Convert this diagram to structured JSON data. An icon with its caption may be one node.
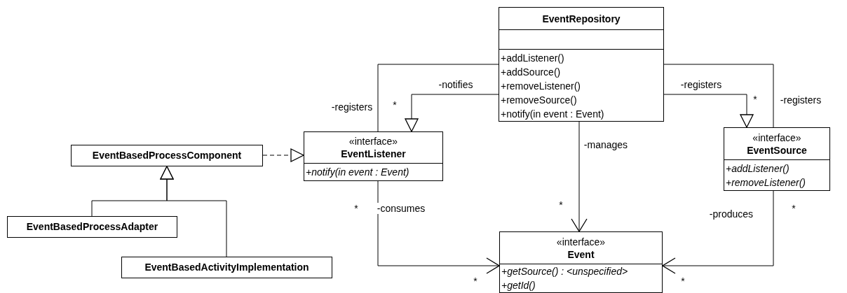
{
  "diagram": {
    "nodes": [
      {
        "text": [
          "EventRepository",
          "+addListener()",
          "+addSource()",
          "+removeListener()",
          "+removeSource()",
          "+notify(in event : Event)"
        ]
      },
      {
        "text": [
          "«interface»",
          "EventListener",
          "+notify(in event : Event)"
        ]
      },
      {
        "text": [
          "«interface»",
          "EventSource",
          "+addListener()",
          "+removeListener()"
        ]
      },
      {
        "text": [
          "«interface»",
          "Event",
          "+getSource() : <unspecified>",
          "+getId()"
        ]
      },
      {
        "text": [
          "EventBasedProcessComponent"
        ]
      },
      {
        "text": [
          "EventBasedProcessAdapter"
        ]
      },
      {
        "text": [
          "EventBasedActivityImplementation"
        ]
      }
    ],
    "edges": [
      {
        "from": 0,
        "to": 1,
        "arrow": "none",
        "label": "-registers"
      },
      {
        "from": 0,
        "to": 1,
        "arrow": "to",
        "label": "-notifies"
      },
      {
        "from": 0,
        "to": 2,
        "arrow": "none",
        "label": "-registers"
      },
      {
        "from": 0,
        "to": 2,
        "arrow": "to",
        "label": "-registers"
      },
      {
        "from": 0,
        "to": 3,
        "arrow": "to",
        "label": "-manages"
      },
      {
        "from": 1,
        "to": 3,
        "arrow": "to",
        "label": "-consumes"
      },
      {
        "from": 2,
        "to": 3,
        "arrow": "to",
        "label": "-produces"
      },
      {
        "from": 4,
        "to": 1,
        "arrow": "to",
        "style": "dashed"
      },
      {
        "from": 5,
        "to": 4,
        "arrow": "to"
      },
      {
        "from": 6,
        "to": 4,
        "arrow": "to"
      }
    ],
    "labels": [
      "*",
      "*",
      "*",
      "*",
      "*",
      "*",
      "*"
    ]
  }
}
